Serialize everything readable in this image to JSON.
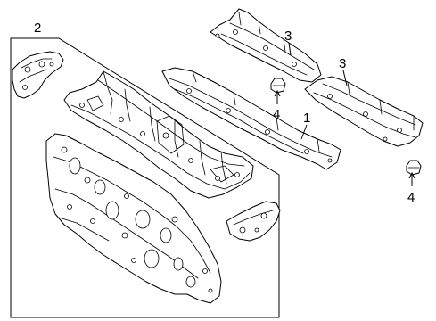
{
  "diagram": {
    "callouts": {
      "c1": "1",
      "c2": "2",
      "c3a": "3",
      "c3b": "3",
      "c4a": "4",
      "c4b": "4"
    },
    "colors": {
      "line": "#000000",
      "background": "#ffffff"
    }
  }
}
